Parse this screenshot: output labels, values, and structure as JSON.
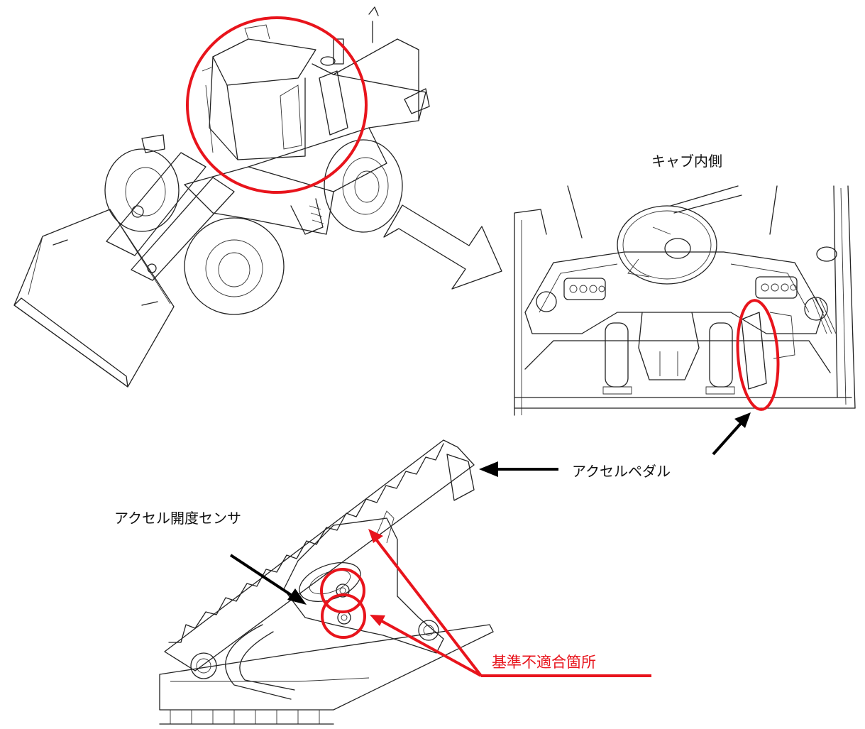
{
  "labels": {
    "cab_interior": "キャブ内側",
    "accel_pedal": "アクセルペダル",
    "accel_sensor": "アクセル開度センサ",
    "nonconforming": "基準不適合箇所"
  },
  "colors": {
    "highlight": "#e8141c",
    "line": "#222222",
    "background": "#ffffff"
  }
}
